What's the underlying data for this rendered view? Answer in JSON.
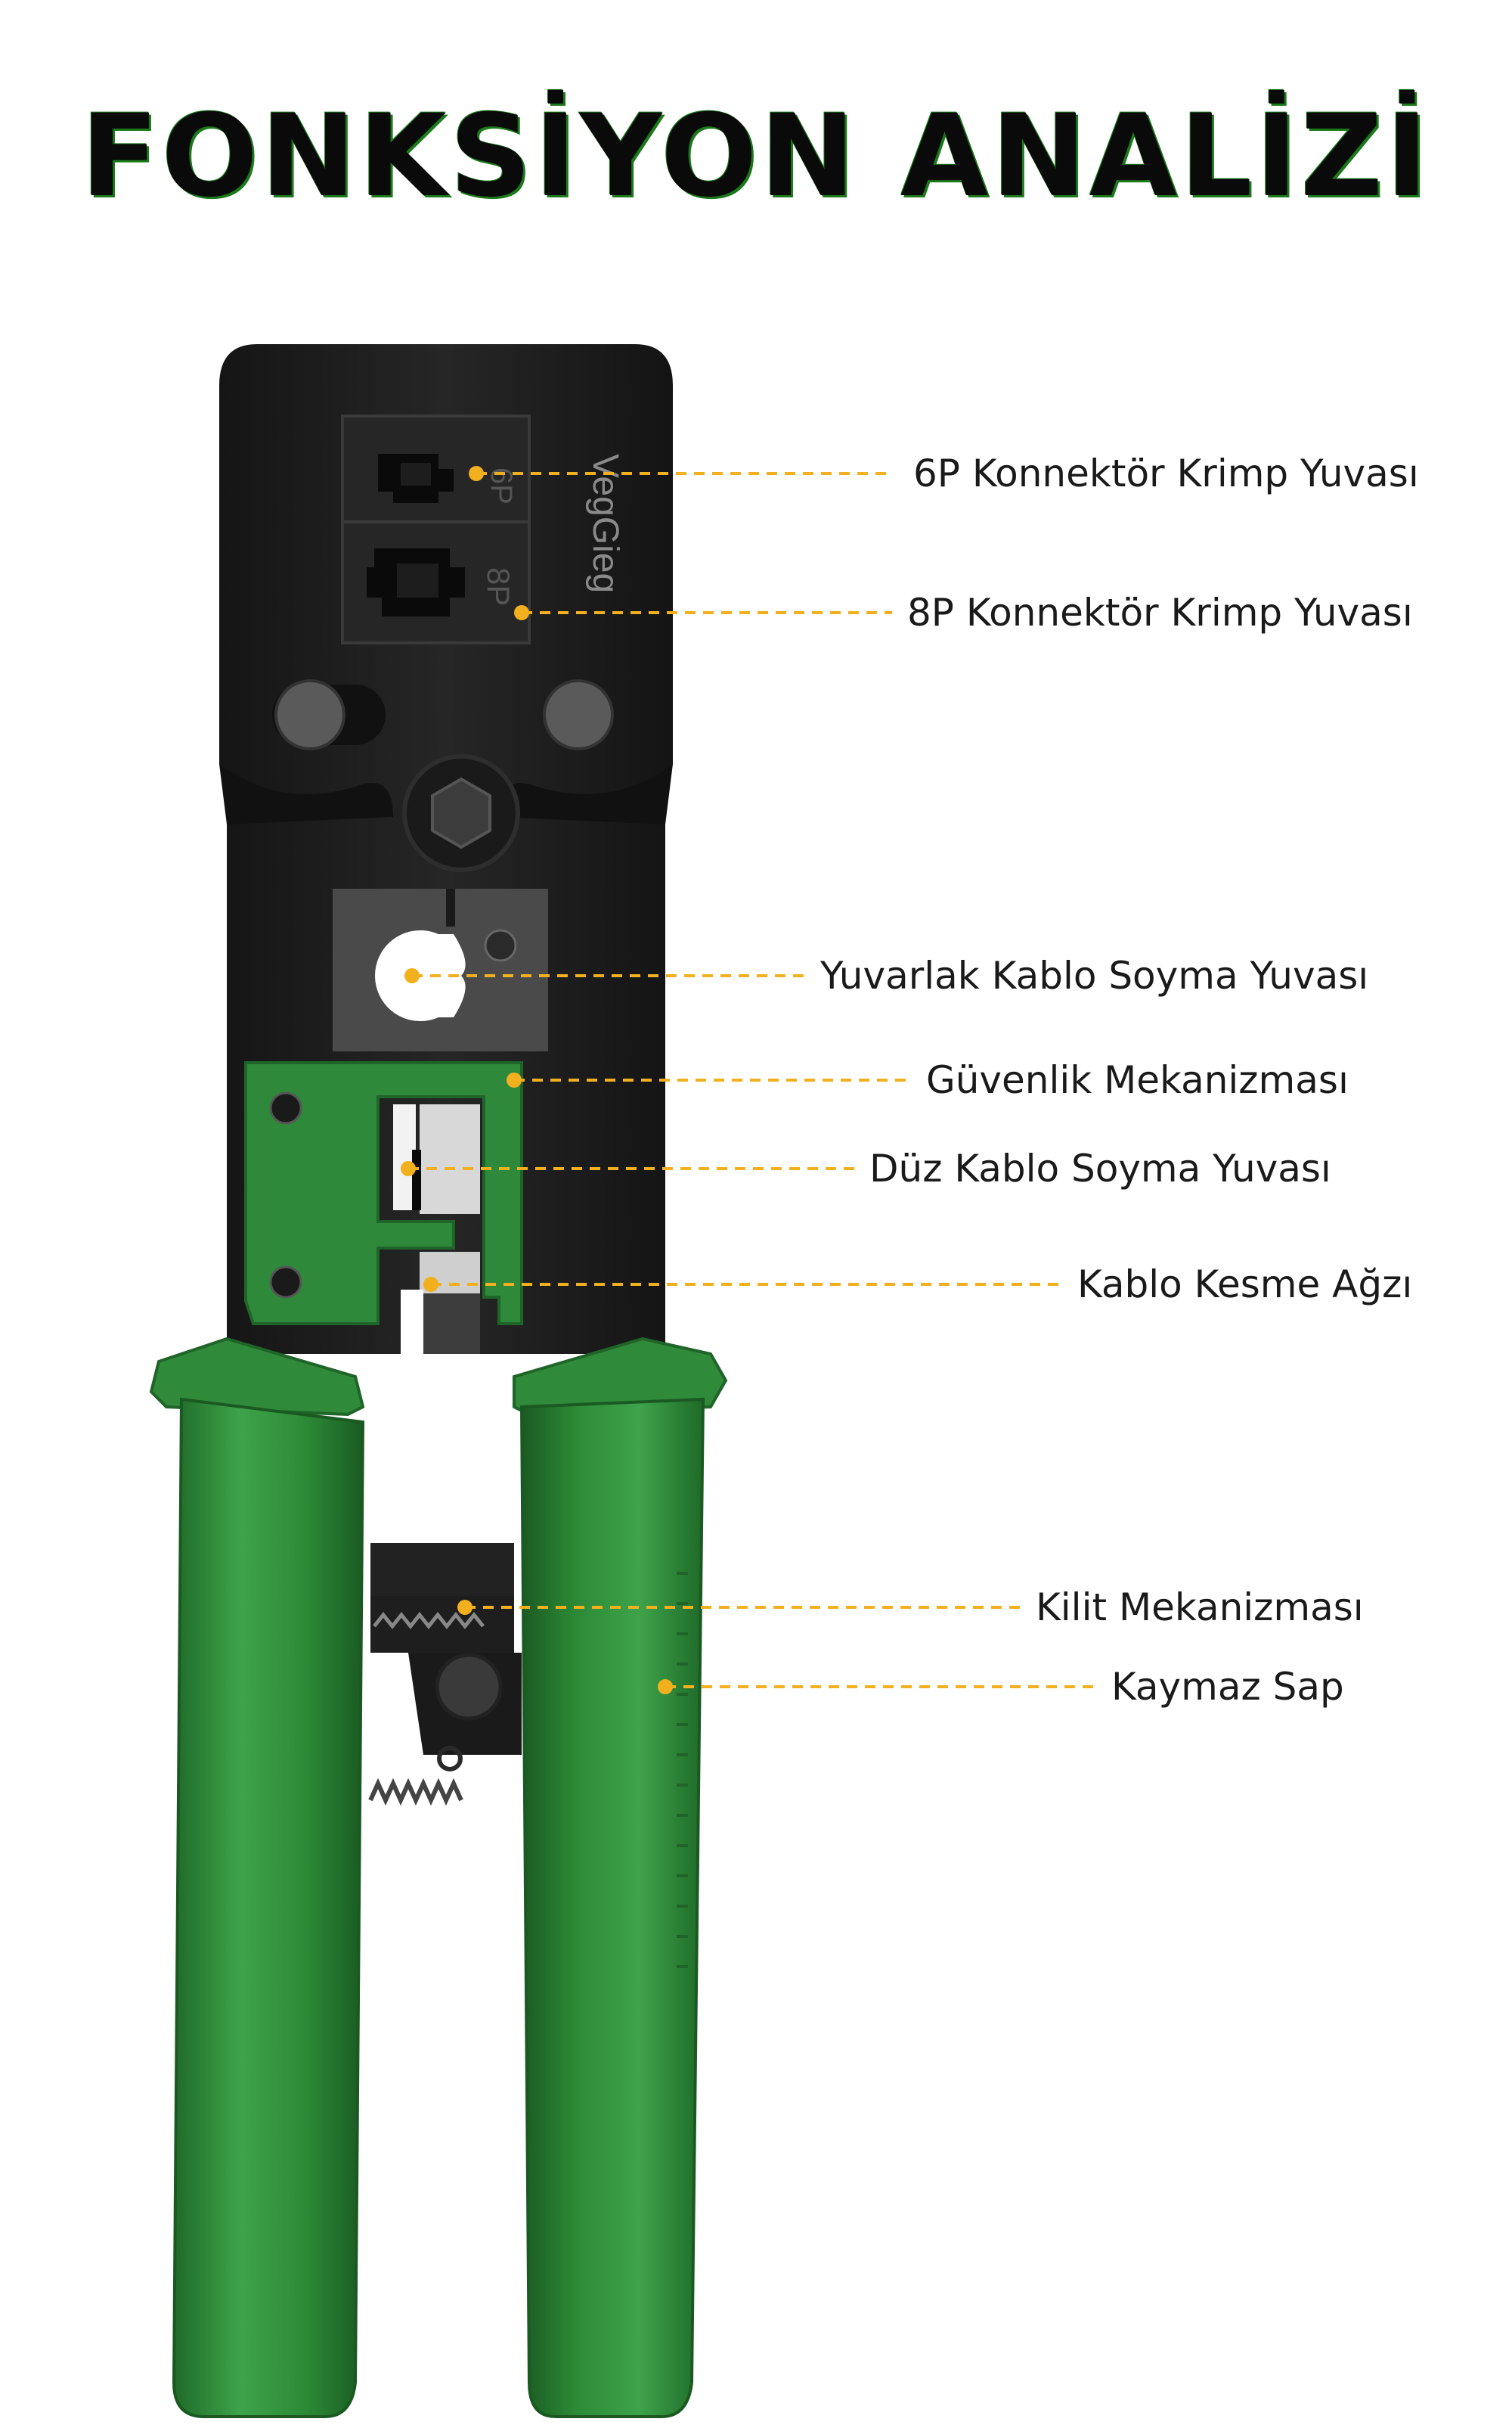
{
  "title": "FONKSİYON ANALİZİ",
  "brand": "VegGieg",
  "slot_labels": {
    "six_p": "6P",
    "eight_p": "8P"
  },
  "callouts": [
    {
      "id": "6p-slot",
      "label": "6P Konnektör Krimp Yuvası"
    },
    {
      "id": "8p-slot",
      "label": "8P Konnektör Krimp Yuvası"
    },
    {
      "id": "round-stripper",
      "label": "Yuvarlak Kablo Soyma Yuvası"
    },
    {
      "id": "safety-lock",
      "label": "Güvenlik Mekanizması"
    },
    {
      "id": "flat-stripper",
      "label": "Düz Kablo Soyma Yuvası"
    },
    {
      "id": "cutter",
      "label": "Kablo Kesme Ağzı"
    },
    {
      "id": "lock-mechanism",
      "label": "Kilit Mekanizması"
    },
    {
      "id": "grip-handle",
      "label": "Kaymaz Sap"
    }
  ],
  "colors": {
    "accent_line": "#f2b01e",
    "body": "#1c1c1c",
    "handle": "#2f8a3a",
    "handle_dark": "#1f6428"
  }
}
